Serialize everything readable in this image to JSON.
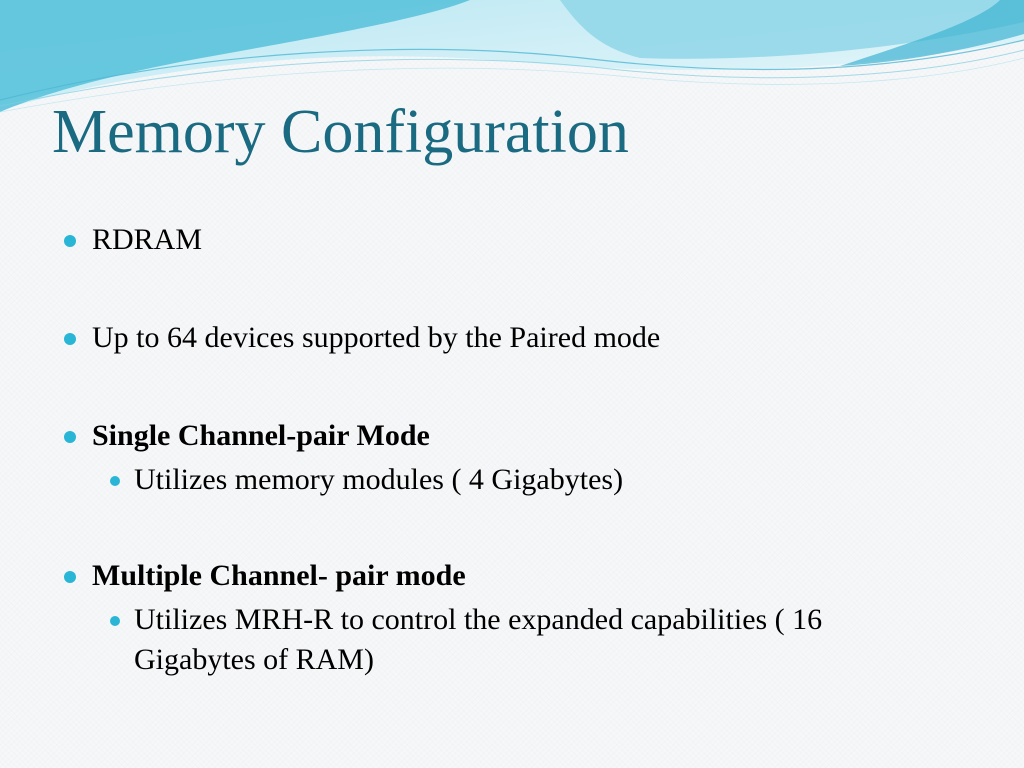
{
  "slide": {
    "title": "Memory Configuration",
    "bullets": [
      {
        "text": "RDRAM",
        "bold": false
      },
      {
        "text": "Up to 64 devices supported by the Paired mode",
        "bold": false
      },
      {
        "text": "Single Channel-pair Mode",
        "bold": true,
        "sub": [
          "Utilizes memory modules ( 4 Gigabytes)"
        ]
      },
      {
        "text": "Multiple Channel- pair mode",
        "bold": true,
        "sub": [
          "Utilizes MRH-R to control the expanded capabilities ( 16 Gigabytes of RAM)"
        ]
      }
    ]
  },
  "colors": {
    "title": "#1a6b82",
    "bullet": "#29b6d6",
    "wave_dark": "#5bc3dc",
    "wave_light": "#a9e1ee"
  },
  "icons": {
    "bullet": "filled-circle-bullet"
  }
}
